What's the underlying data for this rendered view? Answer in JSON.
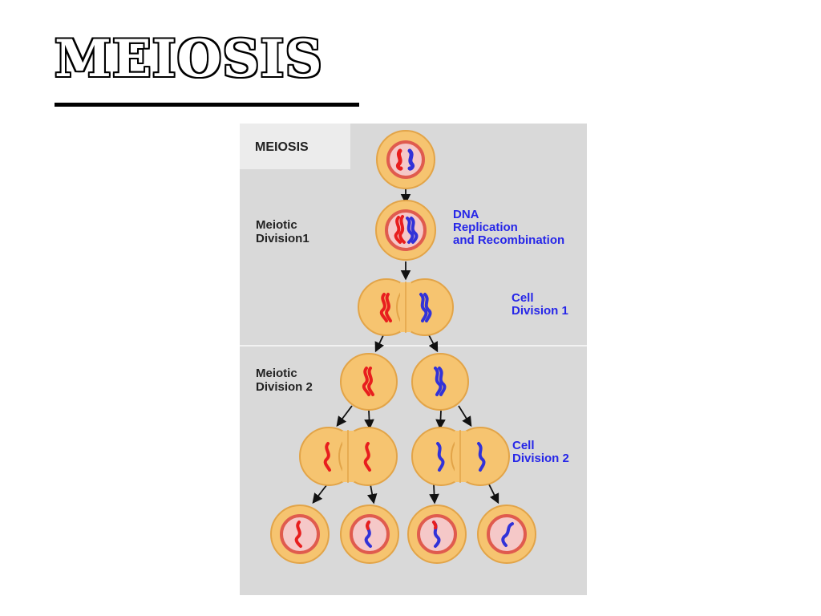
{
  "slide": {
    "title": "MEIOSIS"
  },
  "diagram": {
    "heading": "MEIOSIS",
    "stage_labels": {
      "division1": [
        "Meiotic",
        "Division1"
      ],
      "division2": [
        "Meiotic",
        "Division 2"
      ]
    },
    "process_labels": {
      "dna_replication": [
        "DNA",
        "Replication",
        "and Recombination"
      ],
      "cell_division1": [
        "Cell",
        "Division 1"
      ],
      "cell_division2": [
        "Cell",
        "Division 2"
      ]
    },
    "colors": {
      "panel_bg": "#d9d9d9",
      "header_box": "#ececec",
      "cell_membrane": "#e2a448",
      "cytoplasm": "#f6c470",
      "nuclear_envelope": "#e05b4e",
      "nucleoplasm": "#f5c8c8",
      "chromosome_red": "#e81e1e",
      "chromosome_blue": "#3232d8",
      "arrow": "#111111"
    }
  }
}
